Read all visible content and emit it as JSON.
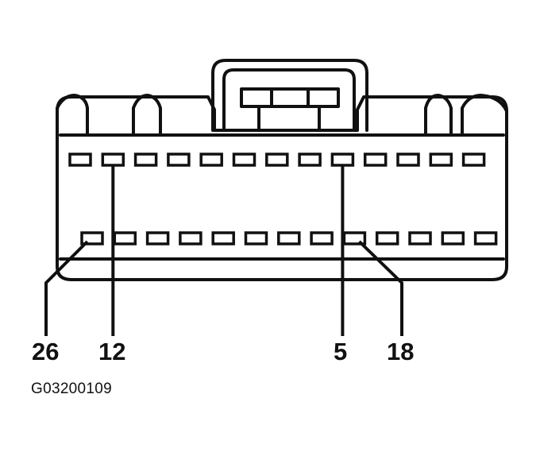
{
  "connector": {
    "top_row_pin_count": 13,
    "bottom_row_pin_count": 13,
    "callouts": [
      {
        "label": "26",
        "row": "bottom",
        "pin_index": 0
      },
      {
        "label": "12",
        "row": "top",
        "pin_index": 1
      },
      {
        "label": "5",
        "row": "top",
        "pin_index": 8
      },
      {
        "label": "18",
        "row": "bottom",
        "pin_index": 8
      }
    ]
  },
  "figure_id": "G03200109"
}
